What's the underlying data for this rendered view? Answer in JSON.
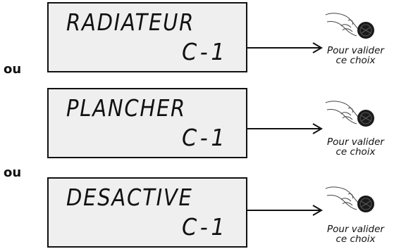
{
  "panels": [
    {
      "line1": "RADIATEUR",
      "line2": "C-1"
    },
    {
      "line1": "PLANCHER",
      "line2": "C-1"
    },
    {
      "line1": "DESACTIVE",
      "line2": "C-1"
    }
  ],
  "separator": "ou",
  "caption": {
    "line1": "Pour valider",
    "line2": "ce choix"
  },
  "icons": {
    "hand": "hand-pressing-knob-icon",
    "arrow": "arrow-right-icon"
  }
}
